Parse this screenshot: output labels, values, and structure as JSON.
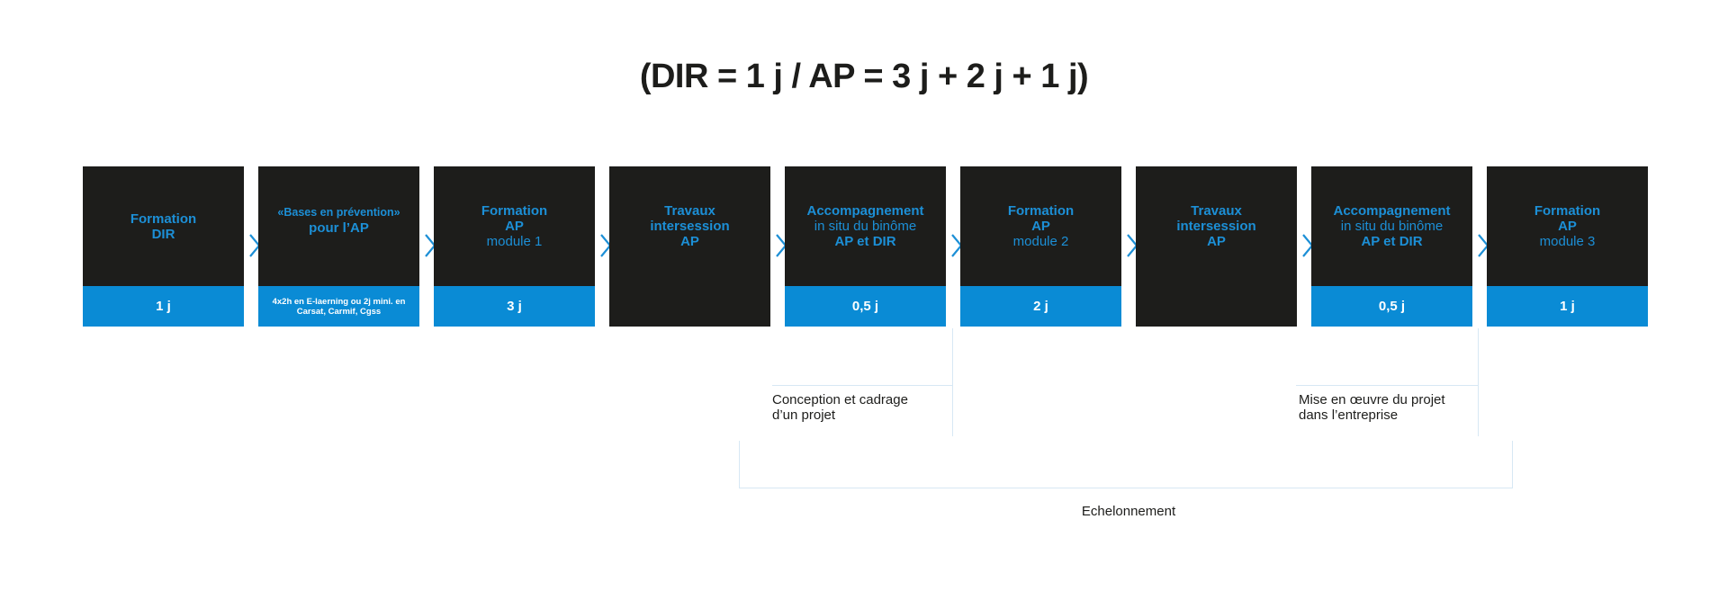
{
  "title": "(DIR = 1 j / AP = 3 j + 2 j + 1 j)",
  "steps": [
    {
      "line1": "Formation",
      "line2": "DIR",
      "line3": "",
      "duration": "1 j"
    },
    {
      "line1": "«Bases en prévention»",
      "line2": "pour l’AP",
      "line3": "",
      "duration": "4x2h en E-laerning ou 2j mini. en Carsat, Carmif, Cgss"
    },
    {
      "line1": "Formation",
      "line2": "AP",
      "line3": "module 1",
      "duration": "3 j"
    },
    {
      "line1": "Travaux",
      "line2": "intersession",
      "line3": "AP",
      "duration": ""
    },
    {
      "line1": "Accompagnement",
      "line2": "in situ du binôme",
      "line3": "AP et DIR",
      "duration": "0,5 j"
    },
    {
      "line1": "Formation",
      "line2": "AP",
      "line3": "module 2",
      "duration": "2 j"
    },
    {
      "line1": "Travaux",
      "line2": "intersession",
      "line3": "AP",
      "duration": ""
    },
    {
      "line1": "Accompagnement",
      "line2": "in situ du binôme",
      "line3": "AP et DIR",
      "duration": "0,5 j"
    },
    {
      "line1": "Formation",
      "line2": "AP",
      "line3": "module 3",
      "duration": "1 j"
    }
  ],
  "notes": {
    "conception_line1": "Conception et cadrage",
    "conception_line2": "d’un projet",
    "mise_line1": "Mise en œuvre du projet",
    "mise_line2": "dans l’entreprise",
    "echelonnement": "Echelonnement"
  },
  "colors": {
    "box": "#1d1d1b",
    "accent": "#0a8bd5",
    "label": "#1c8fd6"
  }
}
